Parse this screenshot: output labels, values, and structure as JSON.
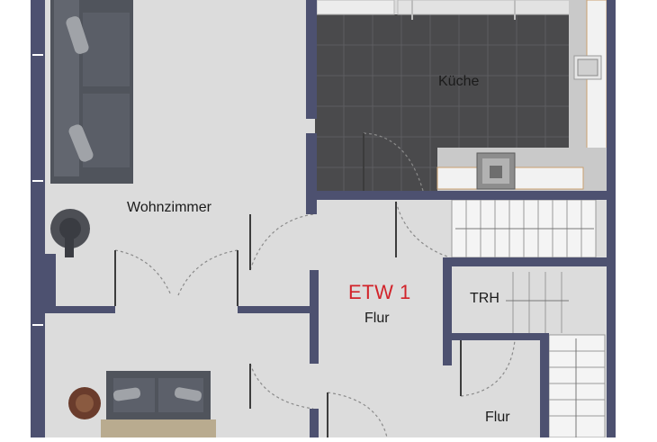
{
  "rooms": {
    "kitchen": "Küche",
    "living": "Wohnzimmer",
    "hall": "Flur",
    "stair_room": "TRH",
    "hall_lower": "Flur"
  },
  "floor_label": "ETW 1",
  "colors": {
    "wall": "#4d5170",
    "floor": "#dcdcdc",
    "kitchen_tile": "#4a4a4c",
    "accent": "#d2232a",
    "sofa": "#4b4f57"
  },
  "icons": [
    "sofa-icon",
    "armchair-icon",
    "floor-lamp-icon",
    "plant-icon",
    "stove-icon",
    "sink-icon",
    "staircase-icon",
    "door-swing-icon"
  ]
}
